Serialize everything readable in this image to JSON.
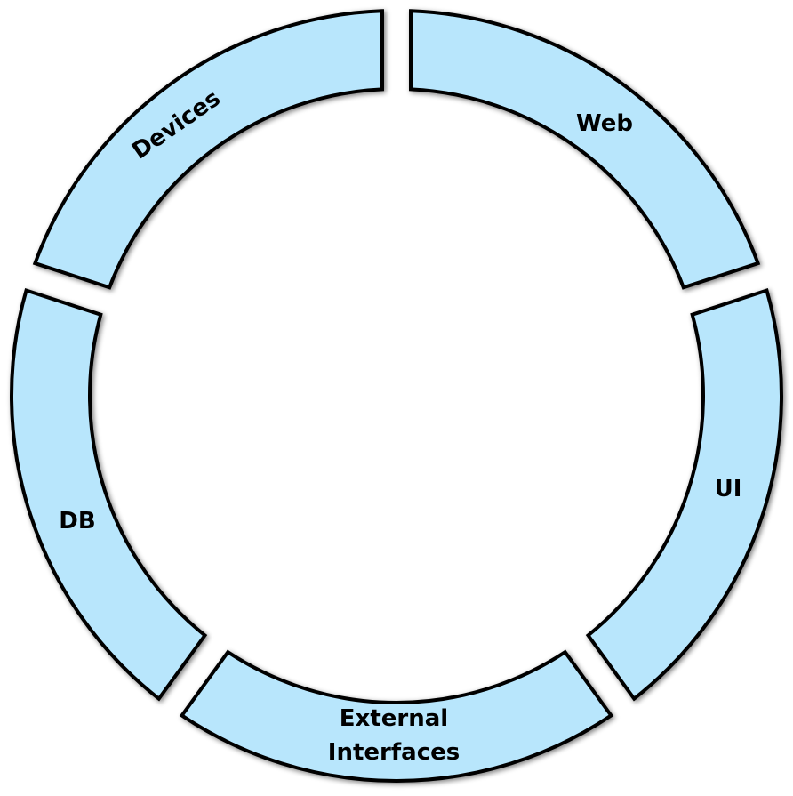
{
  "diagram": {
    "fill_color": "#b8e6fc",
    "stroke_color": "#000000",
    "segments": [
      {
        "id": "web",
        "label": "Web"
      },
      {
        "id": "ui",
        "label": "UI"
      },
      {
        "id": "external",
        "label": "External",
        "label2": "Interfaces"
      },
      {
        "id": "db",
        "label": "DB"
      },
      {
        "id": "devices",
        "label": "Devices"
      }
    ]
  }
}
